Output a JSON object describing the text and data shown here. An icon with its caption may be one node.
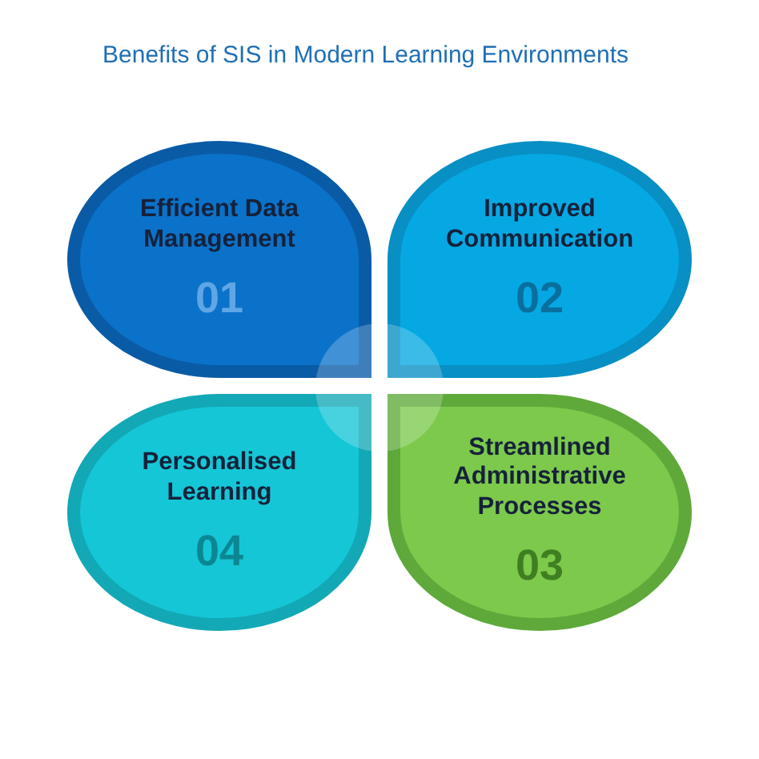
{
  "diagram": {
    "title": "Benefits of SIS in Modern Learning Environments",
    "nodes": [
      {
        "text": [
          "Efficient Data Management",
          "01"
        ]
      },
      {
        "text": [
          "Improved Communication",
          "02"
        ]
      },
      {
        "text": [
          "Personalised Learning",
          "04"
        ]
      },
      {
        "text": [
          "Streamlined Administrative Processes",
          "03"
        ]
      },
      {
        "text": [],
        "shape": "circle"
      }
    ]
  }
}
